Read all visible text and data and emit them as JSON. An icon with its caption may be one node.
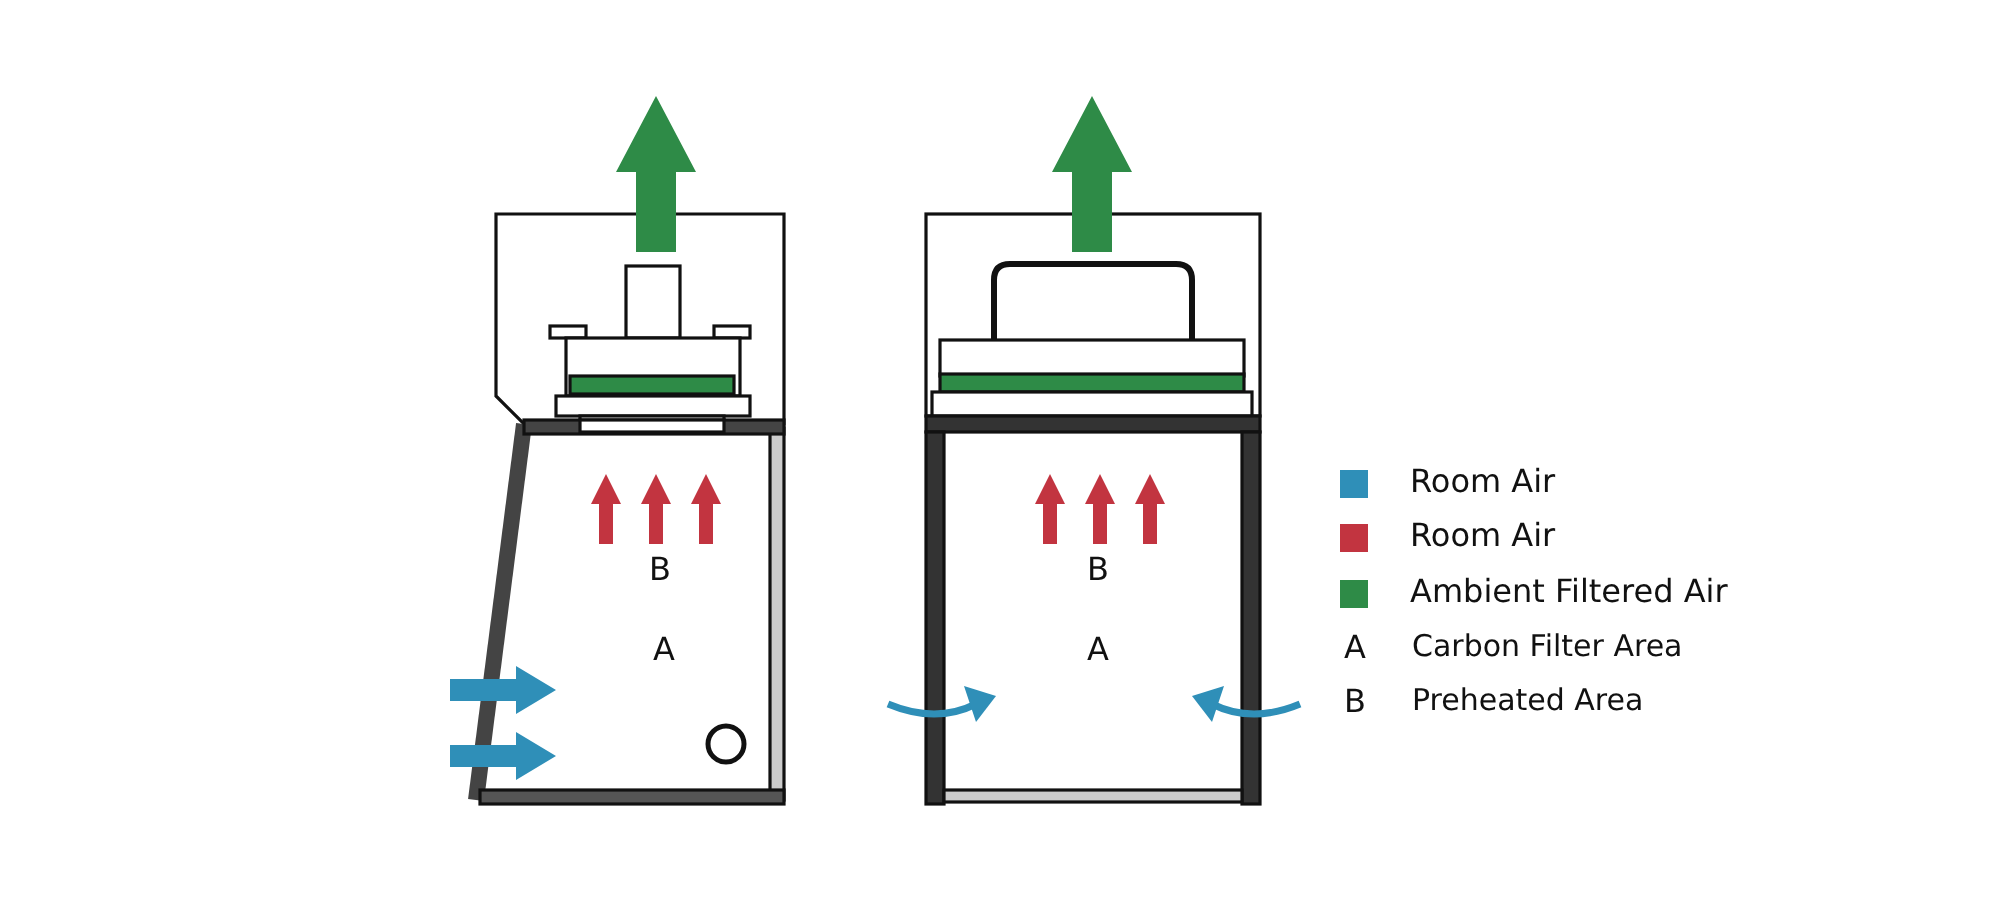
{
  "diagram": {
    "labels": [
      "B",
      "A",
      "B",
      "A",
      "A",
      "Carbon Filter Area",
      "B",
      "Preheated Area"
    ],
    "legend": [
      {
        "text": "Room Air",
        "color": "#2f8fb8"
      },
      {
        "text": "Room Air",
        "color": "#c23440"
      },
      {
        "text": "Ambient Filtered Air",
        "color": "#2e8b47"
      }
    ]
  }
}
